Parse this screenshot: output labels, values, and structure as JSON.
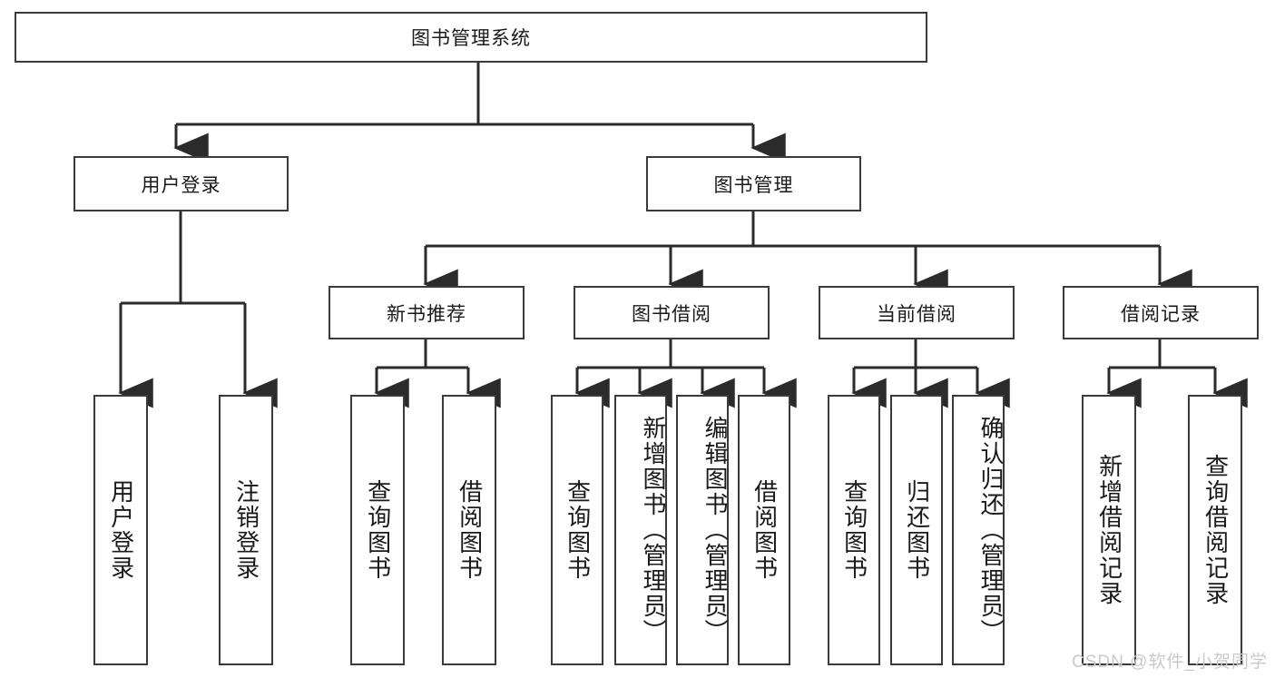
{
  "diagram": {
    "title": "图书管理系统",
    "type": "hierarchy-tree",
    "colors": {
      "background": "#ffffff",
      "border": "#3a3a3a",
      "text": "#1a1a1a",
      "connector": "#2b2b2b",
      "watermark": "#c9c9c9"
    },
    "root": {
      "label": "图书管理系统"
    },
    "level2": [
      {
        "label": "用户登录"
      },
      {
        "label": "图书管理"
      }
    ],
    "level3": [
      {
        "label": "新书推荐"
      },
      {
        "label": "图书借阅"
      },
      {
        "label": "当前借阅"
      },
      {
        "label": "借阅记录"
      }
    ],
    "leaves_user_login": [
      {
        "label": "用户登录"
      },
      {
        "label": "注销登录"
      }
    ],
    "leaves_new_book": [
      {
        "label": "查询图书"
      },
      {
        "label": "借阅图书"
      }
    ],
    "leaves_borrow": [
      {
        "label": "查询图书"
      },
      {
        "label": "新增图书（管理员）"
      },
      {
        "label": "编辑图书（管理员）"
      },
      {
        "label": "借阅图书"
      }
    ],
    "leaves_current": [
      {
        "label": "查询图书"
      },
      {
        "label": "归还图书"
      },
      {
        "label": "确认归还（管理员）"
      }
    ],
    "leaves_records": [
      {
        "label": "新增借阅记录"
      },
      {
        "label": "查询借阅记录"
      }
    ]
  },
  "watermark": {
    "text": "CSDN @软件_小贺同学"
  }
}
